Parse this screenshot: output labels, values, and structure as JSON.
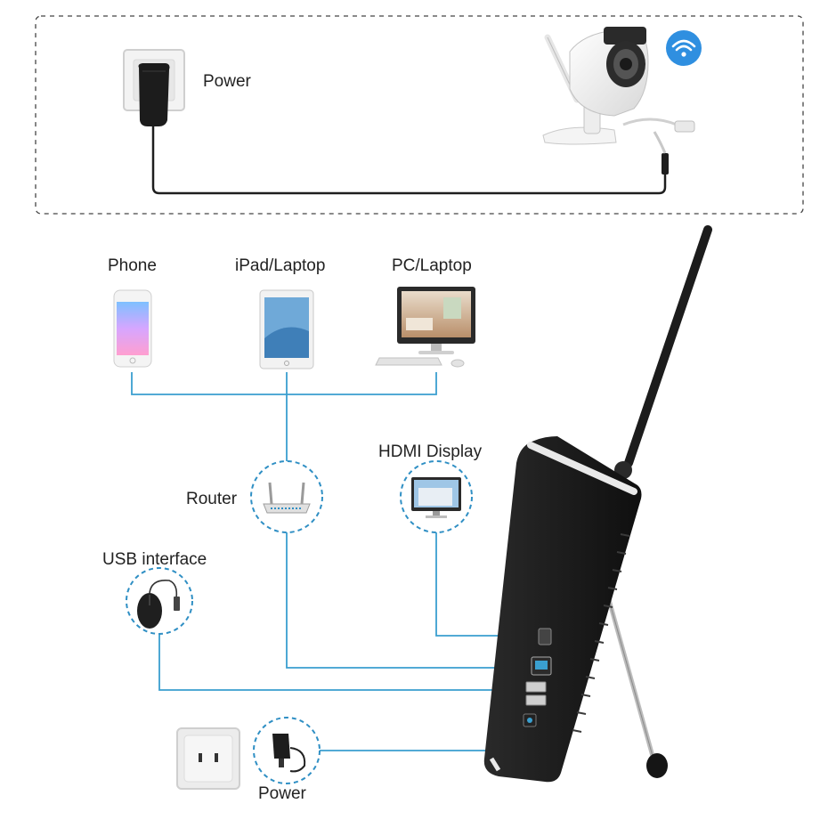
{
  "top_panel": {
    "power_label": "Power"
  },
  "devices": {
    "phone_label": "Phone",
    "ipad_label": "iPad/Laptop",
    "pc_label": "PC/Laptop",
    "router_label": "Router",
    "hdmi_label": "HDMI Display",
    "usb_label": "USB interface",
    "power_label": "Power"
  },
  "colors": {
    "cable_blue": "#3a9fcf",
    "circle_blue": "#2f8fc4",
    "nvr_body": "#1b1b1b",
    "wifi_badge": "#2f8fe0"
  }
}
